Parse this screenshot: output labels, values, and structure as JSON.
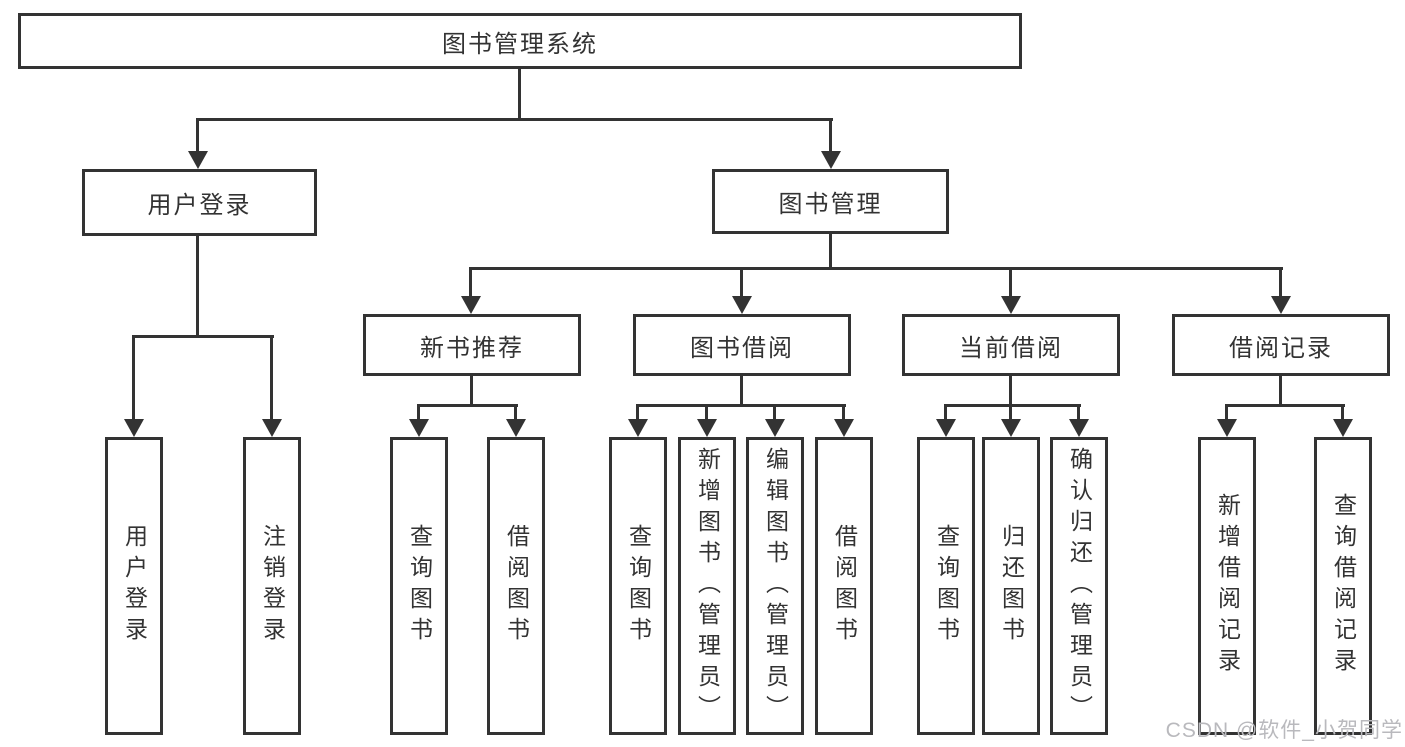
{
  "tree": {
    "root": {
      "label": "图书管理系统"
    },
    "branches": [
      {
        "label": "用户登录",
        "children": [
          {
            "label": "用户登录"
          },
          {
            "label": "注销登录"
          }
        ]
      },
      {
        "label": "图书管理",
        "children": [
          {
            "label": "新书推荐",
            "children": [
              {
                "label": "查询图书"
              },
              {
                "label": "借阅图书"
              }
            ]
          },
          {
            "label": "图书借阅",
            "children": [
              {
                "label": "查询图书"
              },
              {
                "label": "新增图书（管理员）"
              },
              {
                "label": "编辑图书（管理员）"
              },
              {
                "label": "借阅图书"
              }
            ]
          },
          {
            "label": "当前借阅",
            "children": [
              {
                "label": "查询图书"
              },
              {
                "label": "归还图书"
              },
              {
                "label": "确认归还（管理员）"
              }
            ]
          },
          {
            "label": "借阅记录",
            "children": [
              {
                "label": "新增借阅记录"
              },
              {
                "label": "查询借阅记录"
              }
            ]
          }
        ]
      }
    ]
  },
  "watermark": {
    "text": "CSDN @软件_小贺同学"
  },
  "colors": {
    "line": "#333333",
    "text": "#333333",
    "background": "#ffffff",
    "watermark": "#b9b9bd"
  }
}
